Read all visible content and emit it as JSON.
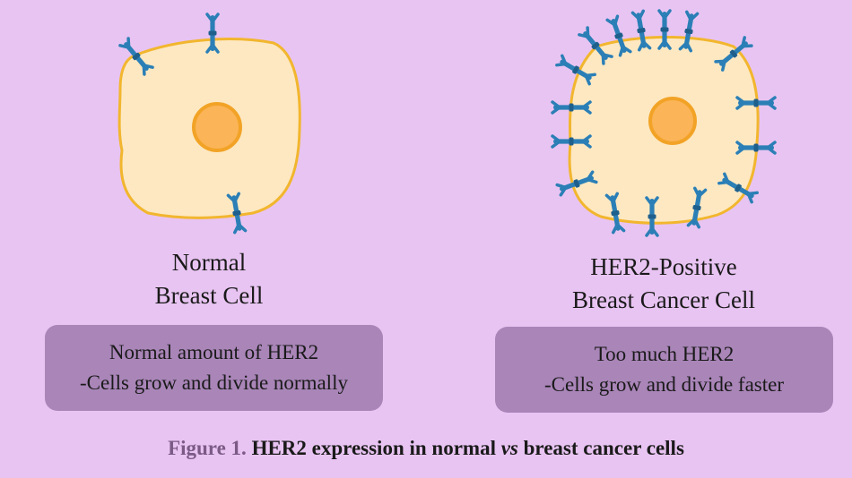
{
  "colors": {
    "background": "#e8c4f2",
    "cell_fill": "#fde8c2",
    "cell_border": "#f2b62e",
    "nucleus_fill": "#fbb457",
    "nucleus_border": "#f2a326",
    "receptor": "#2b7fb6",
    "box_fill": "#a985b8",
    "figure_label": "#7b5a86"
  },
  "normal": {
    "title_line1": "Normal",
    "title_line2": "Breast Cell",
    "info_line1": "Normal amount of HER2",
    "info_line2": "-Cells grow and divide normally"
  },
  "cancer": {
    "title_line1": "HER2-Positive",
    "title_line2": "Breast Cancer Cell",
    "info_line1": "Too much HER2",
    "info_line2": "-Cells grow and divide faster"
  },
  "caption": {
    "figure_label": "Figure 1.",
    "text_before": "HER2 expression in normal",
    "italic": "vs",
    "text_after": "breast cancer cells"
  },
  "icons": [
    "her2-receptor-icon"
  ]
}
